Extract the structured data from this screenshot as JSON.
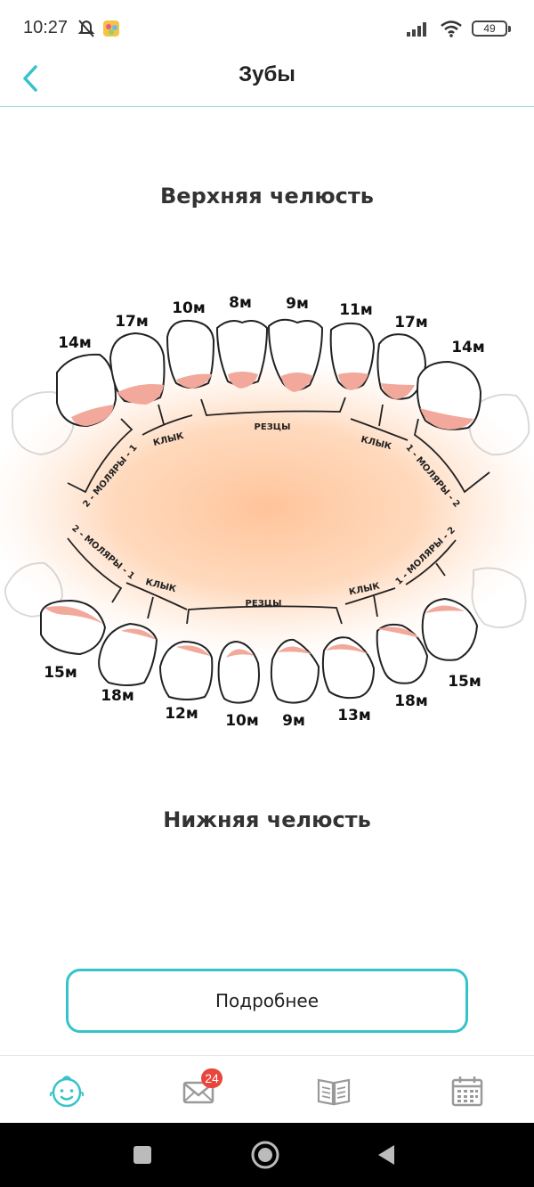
{
  "status_bar": {
    "time": "10:27",
    "battery": "49"
  },
  "header": {
    "title": "Зубы"
  },
  "jaws": {
    "upper_title": "Верхняя челюсть",
    "lower_title": "Нижняя челюсть"
  },
  "upper_groups": {
    "incisors": "РЕЗЦЫ",
    "canine_left": "КЛЫК",
    "canine_right": "КЛЫК",
    "molars_left": "2 - МОЛЯРЫ - 1",
    "molars_right": "1 - МОЛЯРЫ - 2"
  },
  "lower_groups": {
    "incisors": "РЕЗЦЫ",
    "canine_left": "КЛЫК",
    "canine_right": "КЛЫК",
    "molars_left": "2 - МОЛЯРЫ - 1",
    "molars_right": "1 - МОЛЯРЫ - 2"
  },
  "upper_teeth": [
    "14м",
    "17м",
    "10м",
    "8м",
    "9м",
    "11м",
    "17м",
    "14м"
  ],
  "lower_teeth": [
    "15м",
    "18м",
    "12м",
    "10м",
    "9м",
    "13м",
    "18м",
    "15м"
  ],
  "more_button": {
    "label": "Подробнее"
  },
  "nav": {
    "messages_badge": "24"
  },
  "colors": {
    "accent": "#35c3c9",
    "gum": "#f2a99b",
    "badge": "#e8453c",
    "glow": "#ffc49a"
  },
  "icons": {
    "back": "chevron-left-icon",
    "nav_baby": "baby-face-icon",
    "nav_messages": "envelope-icon",
    "nav_library": "open-book-icon",
    "nav_calendar": "calendar-icon"
  }
}
